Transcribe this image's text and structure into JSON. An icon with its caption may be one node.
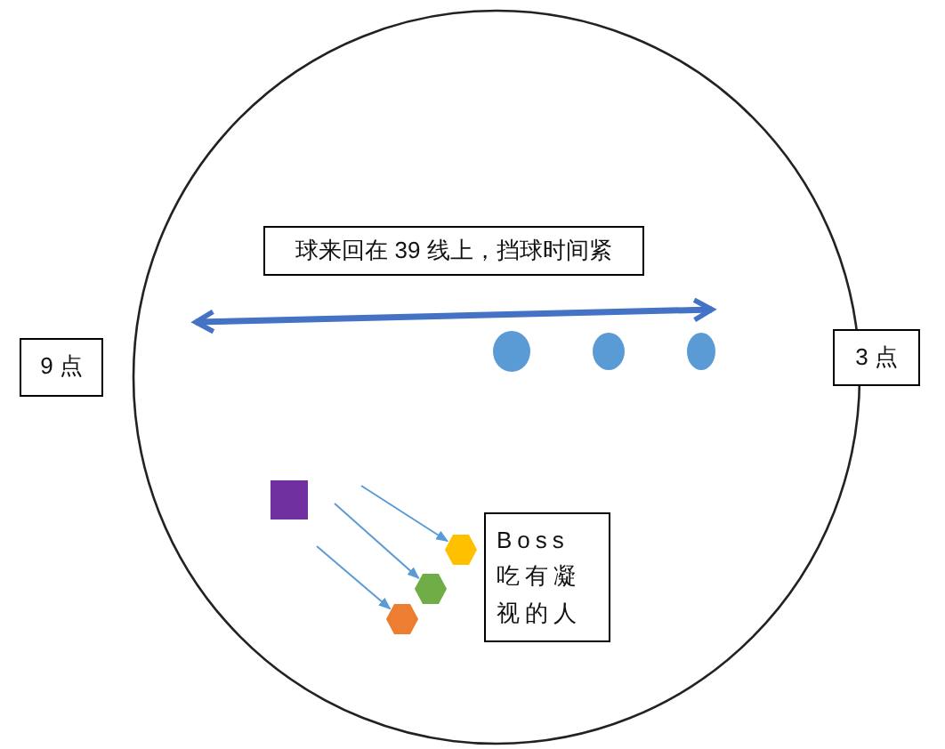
{
  "diagram": {
    "nodes": [
      {
        "text": [],
        "shape": "circle"
      },
      {
        "text": [
          "球来回在 39 线上，挡球时间紧"
        ],
        "in": 0
      },
      {
        "text": [
          "9 点"
        ]
      },
      {
        "text": [],
        "shape": "circle",
        "in": 0
      },
      {
        "text": [],
        "shape": "circle",
        "in": 0
      },
      {
        "text": [],
        "shape": "circle",
        "in": 0
      },
      {
        "text": [
          "3 点"
        ]
      },
      {
        "text": [],
        "shape": "box",
        "in": 0
      },
      {
        "text": [],
        "shape": "hexagon",
        "in": 0
      },
      {
        "text": [],
        "shape": "hexagon",
        "in": 0
      },
      {
        "text": [],
        "shape": "hexagon",
        "in": 0
      },
      {
        "text": [
          "Boss 吃有凝视的人"
        ],
        "in": 0
      }
    ],
    "edges": [
      {
        "from": null,
        "to": 8,
        "arrow": "to"
      },
      {
        "from": null,
        "to": 9,
        "arrow": "to"
      },
      {
        "from": null,
        "to": 10,
        "arrow": "to"
      }
    ]
  }
}
